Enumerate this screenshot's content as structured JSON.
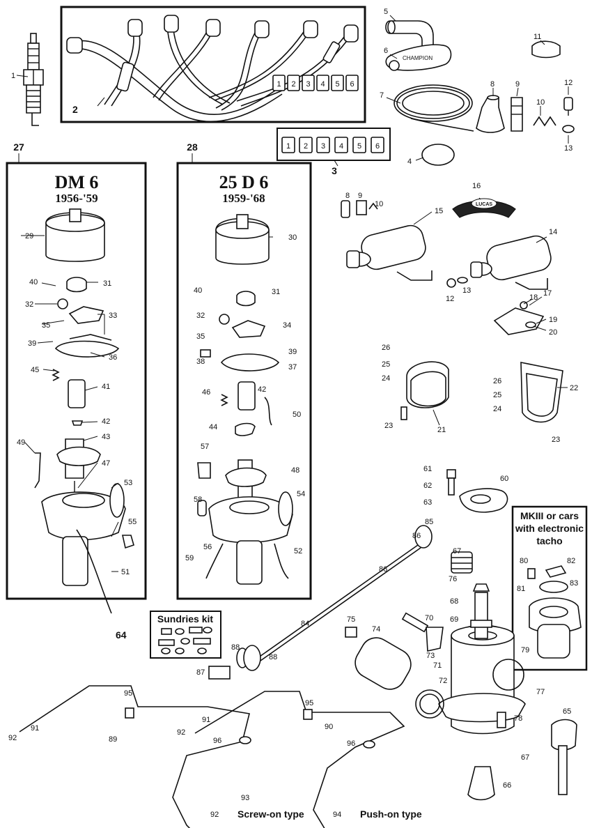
{
  "panels": {
    "dm6": {
      "title": "DM 6",
      "years": "1956-'59"
    },
    "d25": {
      "title": "25 D 6",
      "years": "1959-'68"
    }
  },
  "captions": {
    "sundries": "Sundries kit",
    "mkiii_line1": "MKIII or cars",
    "mkiii_line2": "with electronic",
    "mkiii_line3": "tacho",
    "screw_on": "Screw-on type",
    "push_on": "Push-on type"
  },
  "markers": {
    "lead_set": [
      "1",
      "2",
      "3",
      "4",
      "5",
      "6"
    ],
    "marker_set": [
      "1",
      "2",
      "3",
      "4",
      "5",
      "6"
    ]
  },
  "brands": {
    "cap": "CHAMPION",
    "badge": "LUCAS"
  },
  "callouts": [
    {
      "id": "c1",
      "text": "1"
    },
    {
      "id": "c2",
      "text": "2"
    },
    {
      "id": "c3",
      "text": "3"
    },
    {
      "id": "c4",
      "text": "4"
    },
    {
      "id": "c5",
      "text": "5"
    },
    {
      "id": "c6",
      "text": "6"
    },
    {
      "id": "c7",
      "text": "7"
    },
    {
      "id": "c8",
      "text": "8"
    },
    {
      "id": "c9",
      "text": "9"
    },
    {
      "id": "c10",
      "text": "10"
    },
    {
      "id": "c11",
      "text": "11"
    },
    {
      "id": "c12",
      "text": "12"
    },
    {
      "id": "c13",
      "text": "13"
    },
    {
      "id": "c8b",
      "text": "8"
    },
    {
      "id": "c9b",
      "text": "9"
    },
    {
      "id": "c10b",
      "text": "10"
    },
    {
      "id": "c12b",
      "text": "12"
    },
    {
      "id": "c13b",
      "text": "13"
    },
    {
      "id": "c14",
      "text": "14"
    },
    {
      "id": "c15",
      "text": "15"
    },
    {
      "id": "c16",
      "text": "16"
    },
    {
      "id": "c17",
      "text": "17"
    },
    {
      "id": "c18",
      "text": "18"
    },
    {
      "id": "c19",
      "text": "19"
    },
    {
      "id": "c20",
      "text": "20"
    },
    {
      "id": "c21",
      "text": "21"
    },
    {
      "id": "c22",
      "text": "22"
    },
    {
      "id": "c23",
      "text": "23"
    },
    {
      "id": "c23b",
      "text": "23"
    },
    {
      "id": "c24",
      "text": "24"
    },
    {
      "id": "c24b",
      "text": "24"
    },
    {
      "id": "c25",
      "text": "25"
    },
    {
      "id": "c25b",
      "text": "25"
    },
    {
      "id": "c26",
      "text": "26"
    },
    {
      "id": "c26b",
      "text": "26"
    },
    {
      "id": "c27",
      "text": "27"
    },
    {
      "id": "c28",
      "text": "28"
    },
    {
      "id": "c29",
      "text": "29"
    },
    {
      "id": "c30",
      "text": "30"
    },
    {
      "id": "c31",
      "text": "31"
    },
    {
      "id": "c31b",
      "text": "31"
    },
    {
      "id": "c32",
      "text": "32"
    },
    {
      "id": "c32b",
      "text": "32"
    },
    {
      "id": "c33",
      "text": "33"
    },
    {
      "id": "c34",
      "text": "34"
    },
    {
      "id": "c35",
      "text": "35"
    },
    {
      "id": "c35b",
      "text": "35"
    },
    {
      "id": "c36",
      "text": "36"
    },
    {
      "id": "c37",
      "text": "37"
    },
    {
      "id": "c38",
      "text": "38"
    },
    {
      "id": "c39",
      "text": "39"
    },
    {
      "id": "c39b",
      "text": "39"
    },
    {
      "id": "c40",
      "text": "40"
    },
    {
      "id": "c40b",
      "text": "40"
    },
    {
      "id": "c41",
      "text": "41"
    },
    {
      "id": "c42",
      "text": "42"
    },
    {
      "id": "c42b",
      "text": "42"
    },
    {
      "id": "c43",
      "text": "43"
    },
    {
      "id": "c44",
      "text": "44"
    },
    {
      "id": "c45",
      "text": "45"
    },
    {
      "id": "c46",
      "text": "46"
    },
    {
      "id": "c47",
      "text": "47"
    },
    {
      "id": "c48",
      "text": "48"
    },
    {
      "id": "c49",
      "text": "49"
    },
    {
      "id": "c50",
      "text": "50"
    },
    {
      "id": "c51",
      "text": "51"
    },
    {
      "id": "c52",
      "text": "52"
    },
    {
      "id": "c53",
      "text": "53"
    },
    {
      "id": "c54",
      "text": "54"
    },
    {
      "id": "c55",
      "text": "55"
    },
    {
      "id": "c56",
      "text": "56"
    },
    {
      "id": "c57",
      "text": "57"
    },
    {
      "id": "c58",
      "text": "58"
    },
    {
      "id": "c59",
      "text": "59"
    },
    {
      "id": "c60",
      "text": "60"
    },
    {
      "id": "c61",
      "text": "61"
    },
    {
      "id": "c62",
      "text": "62"
    },
    {
      "id": "c63",
      "text": "63"
    },
    {
      "id": "c64",
      "text": "64"
    },
    {
      "id": "c65",
      "text": "65"
    },
    {
      "id": "c66",
      "text": "66"
    },
    {
      "id": "c67",
      "text": "67"
    },
    {
      "id": "c67b",
      "text": "67"
    },
    {
      "id": "c68",
      "text": "68"
    },
    {
      "id": "c69",
      "text": "69"
    },
    {
      "id": "c70",
      "text": "70"
    },
    {
      "id": "c71",
      "text": "71"
    },
    {
      "id": "c72",
      "text": "72"
    },
    {
      "id": "c73",
      "text": "73"
    },
    {
      "id": "c74",
      "text": "74"
    },
    {
      "id": "c75",
      "text": "75"
    },
    {
      "id": "c76",
      "text": "76"
    },
    {
      "id": "c77",
      "text": "77"
    },
    {
      "id": "c78",
      "text": "78"
    },
    {
      "id": "c79",
      "text": "79"
    },
    {
      "id": "c80",
      "text": "80"
    },
    {
      "id": "c81",
      "text": "81"
    },
    {
      "id": "c82",
      "text": "82"
    },
    {
      "id": "c83",
      "text": "83"
    },
    {
      "id": "c84",
      "text": "84"
    },
    {
      "id": "c85",
      "text": "85"
    },
    {
      "id": "c86",
      "text": "86"
    },
    {
      "id": "c86b",
      "text": "86"
    },
    {
      "id": "c87",
      "text": "87"
    },
    {
      "id": "c88",
      "text": "88"
    },
    {
      "id": "c88b",
      "text": "88"
    },
    {
      "id": "c89",
      "text": "89"
    },
    {
      "id": "c90",
      "text": "90"
    },
    {
      "id": "c91",
      "text": "91"
    },
    {
      "id": "c91b",
      "text": "91"
    },
    {
      "id": "c92",
      "text": "92"
    },
    {
      "id": "c92b",
      "text": "92"
    },
    {
      "id": "c92c",
      "text": "92"
    },
    {
      "id": "c93",
      "text": "93"
    },
    {
      "id": "c94",
      "text": "94"
    },
    {
      "id": "c95",
      "text": "95"
    },
    {
      "id": "c95b",
      "text": "95"
    },
    {
      "id": "c96",
      "text": "96"
    },
    {
      "id": "c96b",
      "text": "96"
    }
  ]
}
